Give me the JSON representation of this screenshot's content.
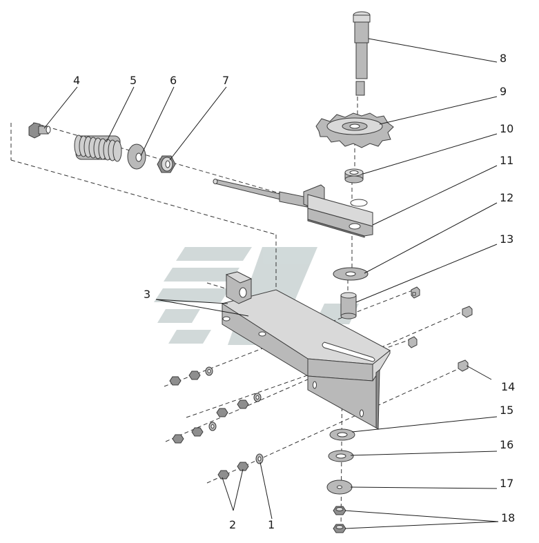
{
  "labels": {
    "l1": "1",
    "l2": "2",
    "l3": "3",
    "l4": "4",
    "l5": "5",
    "l6": "6",
    "l7": "7",
    "l8": "8",
    "l9": "9",
    "l10": "10",
    "l11": "11",
    "l12": "12",
    "l13": "13",
    "l14": "14",
    "l15": "15",
    "l16": "16",
    "l17": "17",
    "l18": "18"
  },
  "colors": {
    "metal": "#b9b9b9",
    "watermark": "#c9d3d3"
  }
}
